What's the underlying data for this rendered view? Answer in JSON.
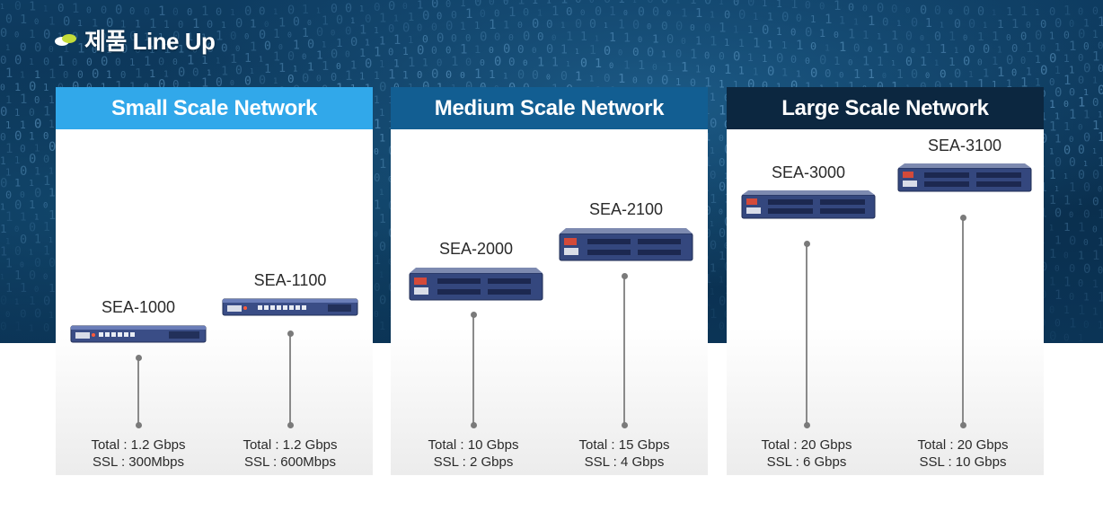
{
  "page": {
    "title": "제품 Line Up"
  },
  "colors": {
    "small_header": "#31a8ea",
    "medium_header": "#125e92",
    "large_header": "#0c2740",
    "bullet": "#c4dc3a"
  },
  "panels": [
    {
      "header": "Small Scale Network",
      "products": [
        {
          "model": "SEA-1000",
          "total": "Total : 1.2 Gbps",
          "ssl": "SSL : 300Mbps"
        },
        {
          "model": "SEA-1100",
          "total": "Total : 1.2 Gbps",
          "ssl": "SSL : 600Mbps"
        }
      ]
    },
    {
      "header": "Medium Scale Network",
      "products": [
        {
          "model": "SEA-2000",
          "total": "Total : 10 Gbps",
          "ssl": "SSL : 2 Gbps"
        },
        {
          "model": "SEA-2100",
          "total": "Total : 15 Gbps",
          "ssl": "SSL : 4 Gbps"
        }
      ]
    },
    {
      "header": "Large Scale Network",
      "products": [
        {
          "model": "SEA-3000",
          "total": "Total : 20 Gbps",
          "ssl": "SSL : 6 Gbps"
        },
        {
          "model": "SEA-3100",
          "total": "Total : 20 Gbps",
          "ssl": "SSL : 10 Gbps"
        }
      ]
    }
  ]
}
